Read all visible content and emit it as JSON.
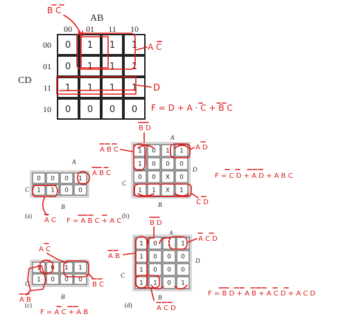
{
  "kmap_main": {
    "var_top": "AB",
    "var_side": "CD",
    "col_headers": [
      "00",
      "01",
      "11",
      "10"
    ],
    "row_headers": [
      "00",
      "01",
      "11",
      "10"
    ],
    "cells": [
      [
        "0",
        "1",
        "1",
        "1"
      ],
      [
        "0",
        "1",
        "1",
        "1"
      ],
      [
        "1",
        "1",
        "1",
        "1"
      ],
      [
        "0",
        "0",
        "0",
        "0"
      ]
    ],
    "ann_bc": "B C",
    "ann_ac": "A C",
    "ann_d": "D",
    "equation": "F = D + A · C + B C"
  },
  "kmap_a": {
    "caption": "(a)",
    "label_a": "A",
    "label_b": "B",
    "label_c": "C",
    "cells": [
      [
        "0",
        "0",
        "0",
        "1"
      ],
      [
        "1",
        "1",
        "0",
        "0"
      ]
    ],
    "ann_abc": "A B C",
    "ann_ac": "A C",
    "equation": "F = A B C + A C"
  },
  "kmap_b": {
    "caption": "(b)",
    "label_a": "A",
    "label_b": "B",
    "label_c": "C",
    "label_d": "D",
    "cells": [
      [
        "1",
        "0",
        "1",
        "1"
      ],
      [
        "1",
        "0",
        "0",
        "0"
      ],
      [
        "0",
        "0",
        "X",
        "0"
      ],
      [
        "1",
        "1",
        "X",
        "1"
      ]
    ],
    "ann_bd": "B D",
    "ann_abc": "A B C",
    "ann_ad": "A D",
    "ann_cd": "C D",
    "equation": "F = C D + A D + A B C"
  },
  "kmap_c": {
    "caption": "(c)",
    "label_a": "A",
    "label_b": "B",
    "label_c": "C",
    "cells": [
      [
        "1",
        "0",
        "1",
        "1"
      ],
      [
        "1",
        "0",
        "0",
        "0"
      ]
    ],
    "ann_ac": "A C",
    "ann_bc": "B C",
    "ann_ab": "A B",
    "equation": "F = A C + A B"
  },
  "kmap_d": {
    "caption": "(d)",
    "label_a": "A",
    "label_b": "B",
    "label_c": "C",
    "label_d": "D",
    "cells": [
      [
        "1",
        "0",
        "1",
        "1"
      ],
      [
        "1",
        "0",
        "0",
        "0"
      ],
      [
        "1",
        "0",
        "0",
        "0"
      ],
      [
        "1",
        "1",
        "0",
        "1"
      ]
    ],
    "ann_bd": "B D",
    "ann_ab": "A B",
    "ann_acd_top": "A C D",
    "ann_acd_bottom": "A C D",
    "equation": "F = B D + A B + A C D + A C D"
  },
  "colors": {
    "ink": "#e01818",
    "grid": "#222222",
    "shade": "#d8d8d8"
  }
}
